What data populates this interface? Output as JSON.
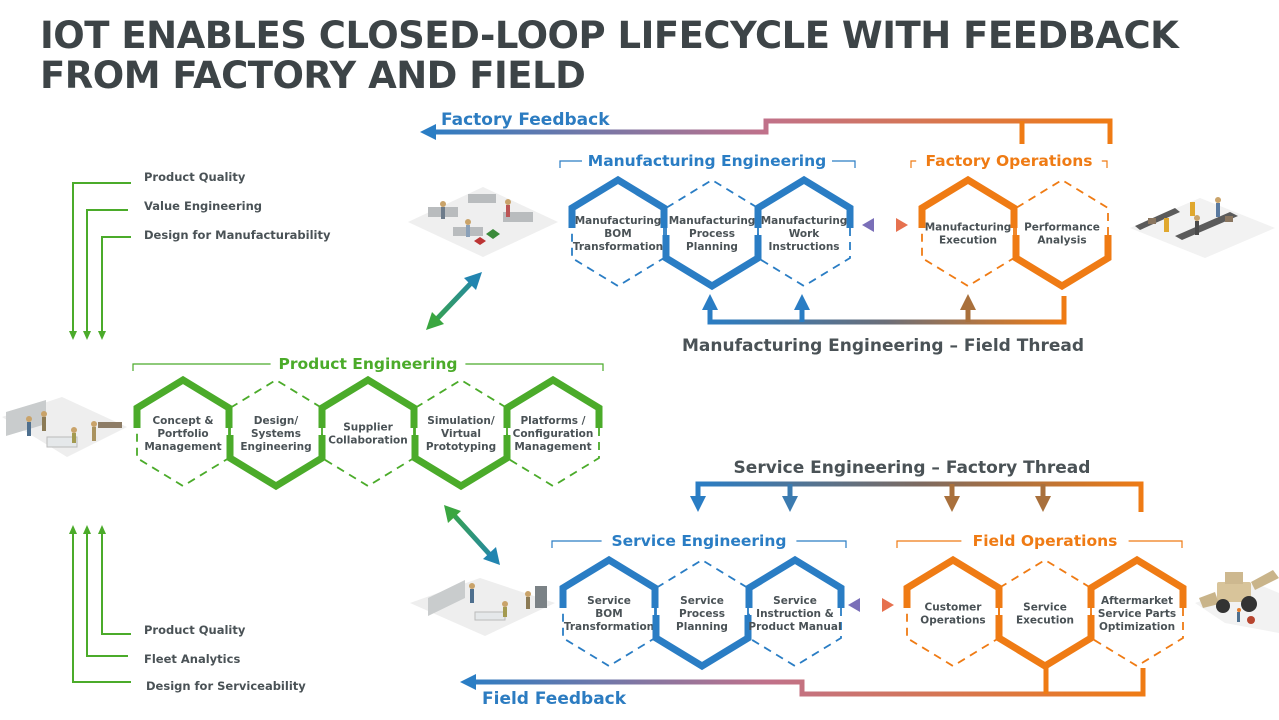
{
  "title": {
    "line1": "IOT ENABLES CLOSED-LOOP LIFECYCLE WITH FEEDBACK",
    "line2": "FROM FACTORY AND FIELD"
  },
  "colors": {
    "blue": "#2a7dc4",
    "orange": "#ef7b14",
    "green": "#4bab2a",
    "text_dark": "#3d4447",
    "text_gray": "#4a5256"
  },
  "feedback": {
    "factory": "Factory Feedback",
    "field": "Field Feedback"
  },
  "threads": {
    "mfg_field": "Manufacturing Engineering – Field Thread",
    "svc_factory": "Service Engineering – Factory Thread"
  },
  "sections": {
    "manufacturing_engineering": {
      "title": "Manufacturing Engineering",
      "hexes": [
        {
          "lines": [
            "Manufacturing",
            "BOM",
            "Transformation"
          ]
        },
        {
          "lines": [
            "Manufacturing",
            "Process",
            "Planning"
          ]
        },
        {
          "lines": [
            "Manufacturing",
            "Work",
            "Instructions"
          ]
        }
      ]
    },
    "factory_operations": {
      "title": "Factory Operations",
      "hexes": [
        {
          "lines": [
            "Manufacturing",
            "Execution"
          ]
        },
        {
          "lines": [
            "Performance",
            "Analysis"
          ]
        }
      ]
    },
    "product_engineering": {
      "title": "Product Engineering",
      "hexes": [
        {
          "lines": [
            "Concept &",
            "Portfolio",
            "Management"
          ]
        },
        {
          "lines": [
            "Design/",
            "Systems",
            "Engineering"
          ]
        },
        {
          "lines": [
            "Supplier",
            "Collaboration"
          ]
        },
        {
          "lines": [
            "Simulation/",
            "Virtual",
            "Prototyping"
          ]
        },
        {
          "lines": [
            "Platforms /",
            "Configuration",
            "Management"
          ]
        }
      ]
    },
    "service_engineering": {
      "title": "Service Engineering",
      "hexes": [
        {
          "lines": [
            "Service",
            "BOM",
            "Transformation"
          ]
        },
        {
          "lines": [
            "Service",
            "Process",
            "Planning"
          ]
        },
        {
          "lines": [
            "Service",
            "Instruction &",
            "Product Manual"
          ]
        }
      ]
    },
    "field_operations": {
      "title": "Field Operations",
      "hexes": [
        {
          "lines": [
            "Customer",
            "Operations"
          ]
        },
        {
          "lines": [
            "Service",
            "Execution"
          ]
        },
        {
          "lines": [
            "Aftermarket",
            "Service Parts",
            "Optimization"
          ]
        }
      ]
    }
  },
  "side_labels": {
    "top": [
      "Product Quality",
      "Value Engineering",
      "Design for Manufacturability"
    ],
    "bottom": [
      "Product Quality",
      "Fleet Analytics",
      "Design for Serviceability"
    ]
  },
  "illustrations": {
    "engineering_office_top": "engineering-office-illustration",
    "factory_floor": "factory-robots-illustration",
    "product_office": "product-engineering-office-illustration",
    "service_office": "service-engineering-office-illustration",
    "field_equipment": "backhoe-loader-illustration"
  }
}
